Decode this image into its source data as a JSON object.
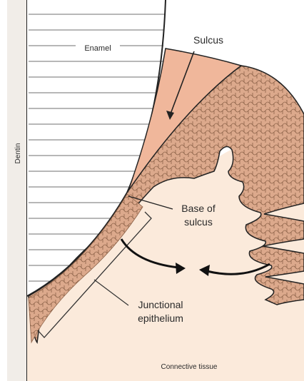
{
  "labels": {
    "enamel": "Enamel",
    "dentin": "Dentin",
    "sulcus": "Sulcus",
    "base_of_sulcus_line1": "Base of",
    "base_of_sulcus_line2": "sulcus",
    "junctional_line1": "Junctional",
    "junctional_line2": "epithelium",
    "connective_tissue": "Connective tissue"
  },
  "colors": {
    "background": "#ffffff",
    "dentin": "#f1ede8",
    "enamel_lines": "#6f6f6f",
    "sulcus_fill": "#f0b79b",
    "epithelium_fill": "#dca98c",
    "epithelium_cells": "#8c6248",
    "connective_tissue": "#fbeadb",
    "outline": "#222222"
  }
}
